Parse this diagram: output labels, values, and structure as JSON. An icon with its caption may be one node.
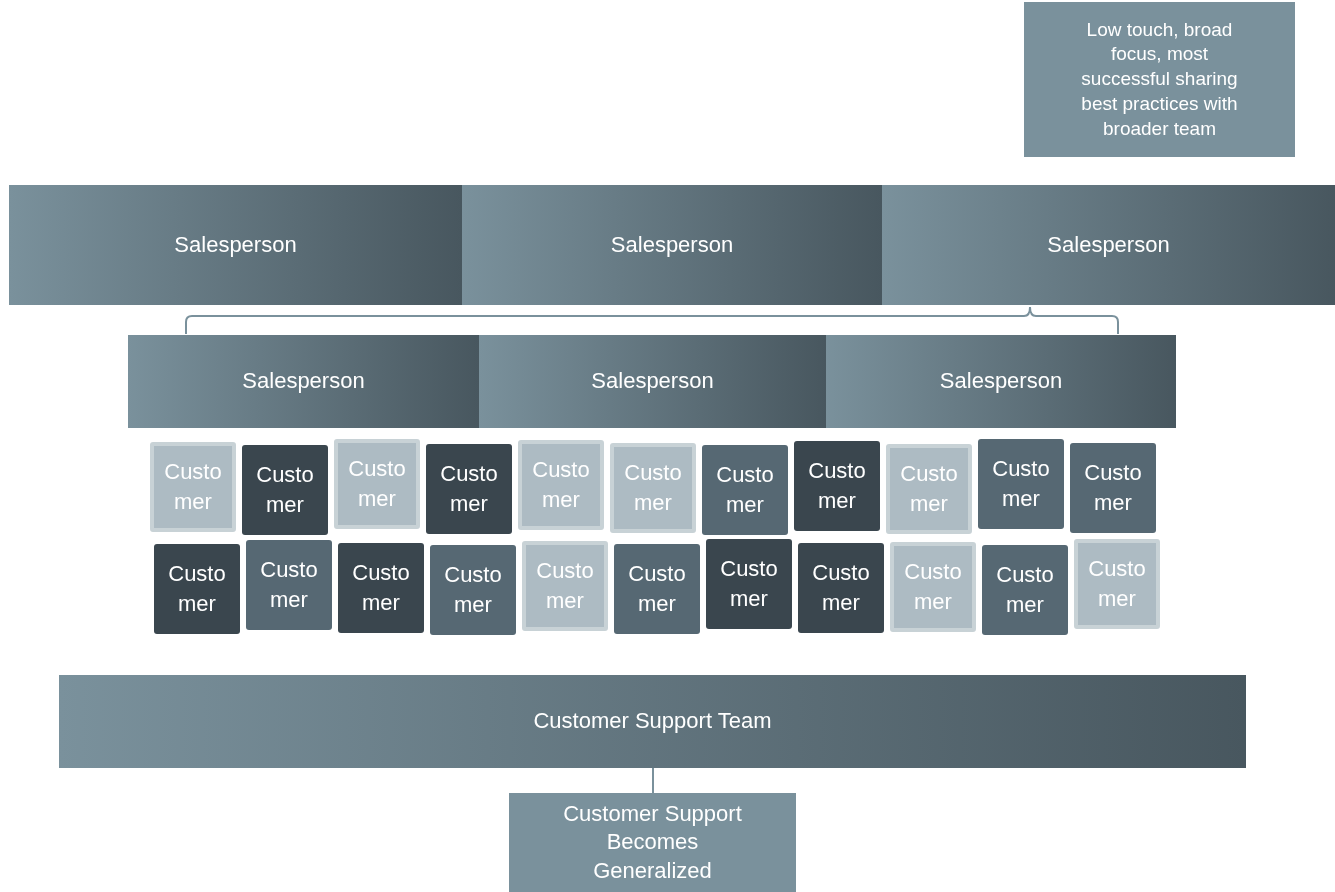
{
  "diagram": {
    "nodes": [
      {
        "text": [
          "Low touch, broad focus, most successful sharing best practices with broader team"
        ]
      },
      {
        "text": [
          "Salesperson"
        ]
      },
      {
        "text": [
          "Salesperson"
        ]
      },
      {
        "text": [
          "Salesperson"
        ]
      },
      {
        "text": [
          "Salesperson"
        ]
      },
      {
        "text": [
          "Salesperson"
        ]
      },
      {
        "text": [
          "Salesperson"
        ]
      },
      {
        "text": [
          "Customer"
        ]
      },
      {
        "text": [
          "Customer"
        ]
      },
      {
        "text": [
          "Customer"
        ]
      },
      {
        "text": [
          "Customer"
        ]
      },
      {
        "text": [
          "Customer"
        ]
      },
      {
        "text": [
          "Customer"
        ]
      },
      {
        "text": [
          "Customer"
        ]
      },
      {
        "text": [
          "Customer"
        ]
      },
      {
        "text": [
          "Customer"
        ]
      },
      {
        "text": [
          "Customer"
        ]
      },
      {
        "text": [
          "Customer"
        ]
      },
      {
        "text": [
          "Customer"
        ]
      },
      {
        "text": [
          "Customer"
        ]
      },
      {
        "text": [
          "Customer"
        ]
      },
      {
        "text": [
          "Customer"
        ]
      },
      {
        "text": [
          "Customer"
        ]
      },
      {
        "text": [
          "Customer"
        ]
      },
      {
        "text": [
          "Customer"
        ]
      },
      {
        "text": [
          "Customer"
        ]
      },
      {
        "text": [
          "Customer"
        ]
      },
      {
        "text": [
          "Customer"
        ]
      },
      {
        "text": [
          "Customer"
        ]
      },
      {
        "text": [
          "Customer Support Team"
        ]
      },
      {
        "text": [
          "Customer Support Becomes Generalized"
        ]
      }
    ],
    "edges": [
      {
        "from": 29,
        "to": 30,
        "arrow": "none"
      }
    ]
  }
}
